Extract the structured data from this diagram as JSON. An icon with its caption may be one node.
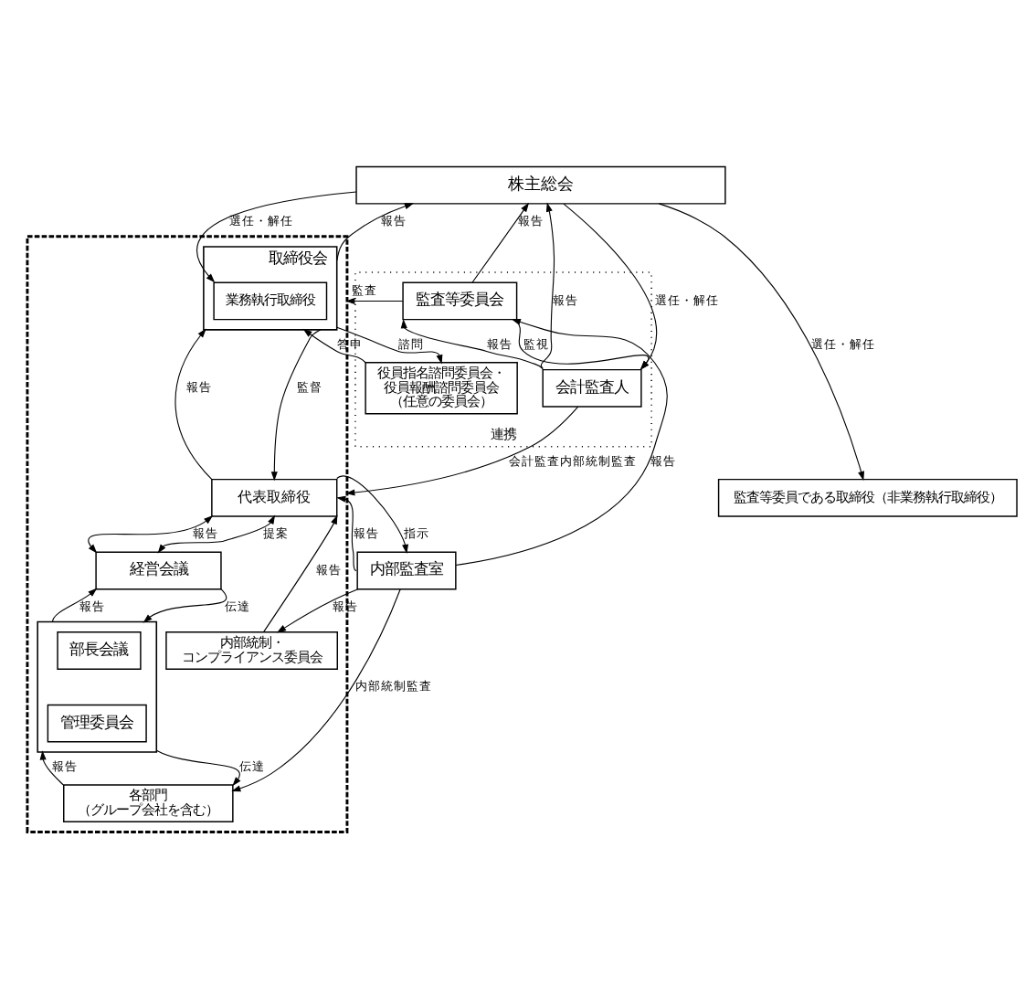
{
  "diagram": {
    "nodes": [
      {
        "text": [
          "株主総会"
        ]
      },
      {
        "text": [],
        "shape": "box"
      },
      {
        "text": [
          "取締役会"
        ],
        "in": 1
      },
      {
        "text": [
          "業務執行取締役"
        ],
        "in": 2
      },
      {
        "text": [
          "監査等委員である取締役（非業務執行取締役）"
        ]
      },
      {
        "text": [
          "連携"
        ]
      },
      {
        "text": [
          "監査等委員会"
        ],
        "in": 5
      },
      {
        "text": [
          "会計監査人"
        ],
        "in": 5
      },
      {
        "text": [
          "役員指名諮問委員会・役員報酬諮問委員会（任意の委員会）"
        ],
        "in": 5
      },
      {
        "text": [
          "代表取締役"
        ],
        "in": 1
      },
      {
        "text": [
          "内部監査室"
        ]
      },
      {
        "text": [
          "経営会議"
        ],
        "in": 1
      },
      {
        "text": [
          "内部統制・コンプライアンス委員会"
        ],
        "in": 1
      },
      {
        "text": [],
        "shape": "box",
        "in": 1
      },
      {
        "text": [
          "部長会議"
        ],
        "in": 13
      },
      {
        "text": [
          "管理委員会"
        ],
        "in": 13
      },
      {
        "text": [
          "各部門（グループ会社を含む）"
        ],
        "in": 1
      }
    ],
    "edges": [
      {
        "from": 0,
        "to": 3,
        "arrow": "to",
        "label": "選任・解任"
      },
      {
        "from": 2,
        "to": 0,
        "arrow": "to",
        "label": "報告"
      },
      {
        "from": 0,
        "to": 4,
        "arrow": "to",
        "label": "選任・解任"
      },
      {
        "from": 6,
        "to": 0,
        "arrow": "to",
        "label": "報告"
      },
      {
        "from": 7,
        "to": 0,
        "arrow": "to",
        "label": "報告"
      },
      {
        "from": 0,
        "to": 7,
        "arrow": "to",
        "label": "選任・解任"
      },
      {
        "from": 6,
        "to": 1,
        "arrow": "to",
        "label": "監査"
      },
      {
        "from": 6,
        "to": 7,
        "arrow": "to",
        "label": "監視"
      },
      {
        "from": 7,
        "to": 6,
        "arrow": "to",
        "label": "報告"
      },
      {
        "from": 8,
        "to": 2,
        "arrow": "to",
        "label": "答申"
      },
      {
        "from": 2,
        "to": 8,
        "arrow": "to",
        "label": "諮問"
      },
      {
        "from": 9,
        "to": 2,
        "arrow": "to",
        "label": "報告"
      },
      {
        "from": 2,
        "to": 9,
        "arrow": "to",
        "label": "監督"
      },
      {
        "from": 9,
        "to": 10,
        "arrow": "to",
        "label": "指示"
      },
      {
        "from": 10,
        "to": 9,
        "arrow": "to",
        "label": "報告"
      },
      {
        "from": 10,
        "to": 6,
        "arrow": "to",
        "label": "報告"
      },
      {
        "from": 7,
        "to": 1,
        "arrow": "to",
        "label": "会計監査内部統制監査"
      },
      {
        "from": 10,
        "to": 12,
        "arrow": "to",
        "label": "報告"
      },
      {
        "from": 12,
        "to": 9,
        "arrow": "to",
        "label": "報告"
      },
      {
        "from": 9,
        "to": 11,
        "arrow": "both",
        "label": "報告"
      },
      {
        "from": 9,
        "to": 11,
        "arrow": "both",
        "label": "提案"
      },
      {
        "from": 13,
        "to": 11,
        "arrow": "to",
        "label": "報告"
      },
      {
        "from": 11,
        "to": 13,
        "arrow": "to",
        "label": "伝達"
      },
      {
        "from": 16,
        "to": 13,
        "arrow": "to",
        "label": "報告"
      },
      {
        "from": 13,
        "to": 16,
        "arrow": "to",
        "label": "伝達"
      },
      {
        "from": 10,
        "to": 16,
        "arrow": "to",
        "label": "内部統制監査"
      }
    ]
  }
}
